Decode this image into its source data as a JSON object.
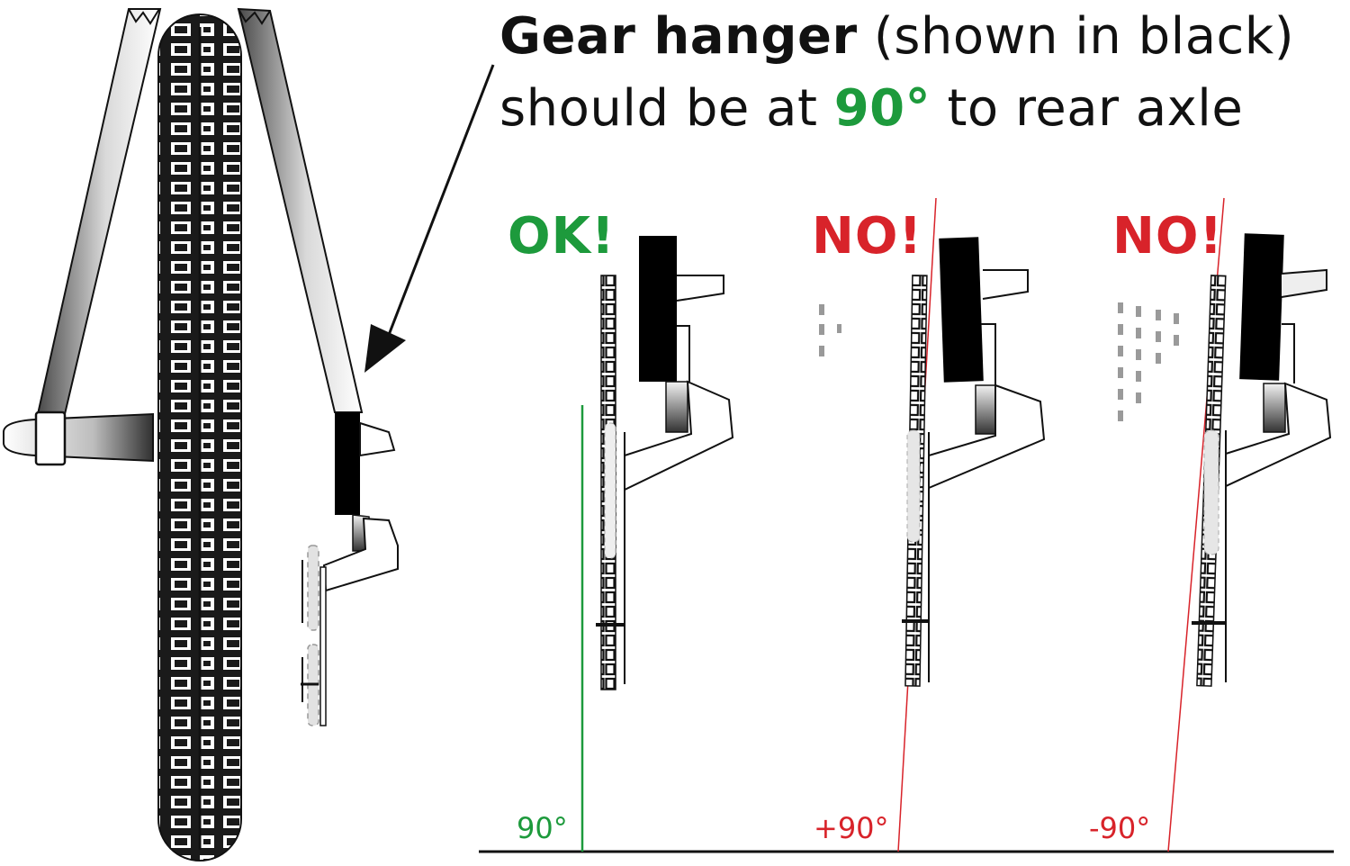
{
  "heading": {
    "line1_bold": "Gear hanger",
    "line1_rest": " (shown in black)",
    "line2_pre": "should be at ",
    "line2_emph": "90°",
    "line2_post": " to rear axle"
  },
  "panels": [
    {
      "verdict": "OK!",
      "angle_label": "90°",
      "status": "correct",
      "color": "#1d9a3c"
    },
    {
      "verdict": "NO!",
      "angle_label": "+90°",
      "status": "incorrect",
      "color": "#d8232a"
    },
    {
      "verdict": "NO!",
      "angle_label": "-90°",
      "status": "incorrect",
      "color": "#d8232a"
    }
  ],
  "colors": {
    "ok": "#1d9a3c",
    "no": "#d8232a",
    "hanger": "#000000"
  },
  "icons": [
    "rear-wheel-tyre-icon",
    "chainstay-icon",
    "axle-icon",
    "derailleur-icon",
    "cassette-icon",
    "callout-arrow-icon"
  ]
}
